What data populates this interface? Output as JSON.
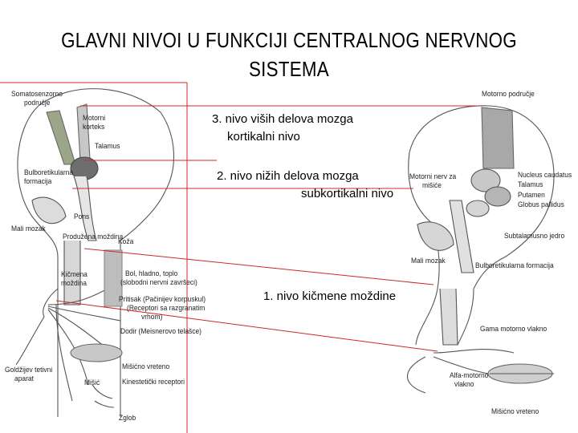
{
  "title": {
    "line1": "GLAVNI NIVOI  U  FUNKCIJI  CENTRALNOG NERVNOG",
    "line2": "SISTEMA"
  },
  "levels": {
    "level3_line1": "3. nivo viših delova mozga",
    "level3_line2": "kortikalni nivo",
    "level2_line1": "2. nivo nižih delova mozga",
    "level2_line2": "subkortikalni nivo",
    "level1": "1. nivo kičmene moždine"
  },
  "left_figure": {
    "somatosenzorno": "Somatosenzorno",
    "podrucje": "područje",
    "motorni": "Motorni",
    "korteks": "korteks",
    "talamus": "Talamus",
    "bulbo": "Bulboretikularna",
    "formacija": "formacija",
    "pons": "Pons",
    "mali_mozak": "Mali mozak",
    "produzena": "Produžena moždina",
    "koza": "Koža",
    "kicmena": "Kičmena",
    "mozdina": "moždina",
    "bol": "Bol, hladno, toplo",
    "slobodni": "(slobodni nervni završeci)",
    "pritisak": "Pritisak (Pačinijev korpuskul)",
    "receptori": "(Receptori sa razgranatim",
    "vrhom": "vrhom)",
    "dodir": "Dodir (Meisnerovo telašce)",
    "goldzi": "Goldžijev tetivni",
    "aparat": "aparat",
    "misicno": "Mišićno vreteno",
    "misic": "Mišić",
    "kinestet": "Kinestetički receptori",
    "zglob": "Zglob"
  },
  "right_figure": {
    "motorno": "Motorno područje",
    "motorni_nerv": "Motorni nerv za",
    "misice": "mišiće",
    "nucleus": "Nucleus caudatus",
    "talamus": "Talamus",
    "putamen": "Putamen",
    "globus": "Globus pallidus",
    "subtal": "Subtalamusno jedro",
    "mali_mozak": "Mali mozak",
    "bulbo": "Bulboretikularna formacija",
    "gama": "Gama motorno vlakno",
    "alfa1": "Alfa-motorno",
    "alfa2": "vlakno",
    "misicno": "Mišićno vreteno"
  }
}
